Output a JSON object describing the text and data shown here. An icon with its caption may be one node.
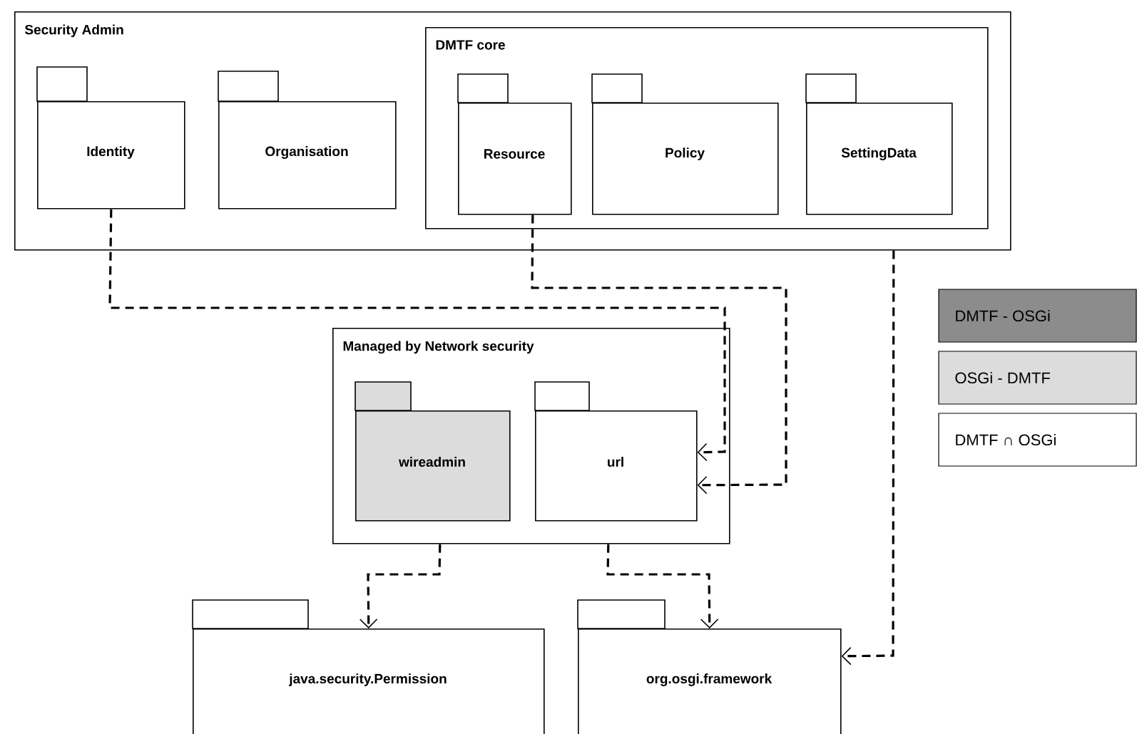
{
  "diagram": {
    "nodes": [
      {
        "text": [
          "Security Admin"
        ]
      },
      {
        "text": [
          "Identity"
        ],
        "in": 0
      },
      {
        "text": [
          "Organisation"
        ],
        "in": 0
      },
      {
        "text": [
          "DMTF core"
        ],
        "in": 0
      },
      {
        "text": [
          "Resource"
        ],
        "in": 3
      },
      {
        "text": [
          "Policy"
        ],
        "in": 3
      },
      {
        "text": [
          "SettingData"
        ],
        "in": 3
      },
      {
        "text": [
          "Managed by Network security"
        ]
      },
      {
        "text": [
          "wireadmin"
        ],
        "in": 7
      },
      {
        "text": [
          "url"
        ],
        "in": 7
      },
      {
        "text": [
          "java.security.Permission"
        ]
      },
      {
        "text": [
          "org.osgi.framework"
        ]
      }
    ],
    "edges": [
      {
        "from": 1,
        "to": 9,
        "arrow": "to",
        "style": "dashed"
      },
      {
        "from": 4,
        "to": 9,
        "arrow": "to",
        "style": "dashed"
      },
      {
        "from": 0,
        "to": 11,
        "arrow": "to",
        "style": "dashed"
      },
      {
        "from": 7,
        "to": 10,
        "arrow": "to",
        "style": "dashed"
      },
      {
        "from": 7,
        "to": 11,
        "arrow": "to",
        "style": "dashed"
      }
    ],
    "legend": [
      {
        "text": "DMTF - OSGi",
        "color": "#8c8c8c"
      },
      {
        "text": "OSGi - DMTF",
        "color": "#dcdcdc"
      },
      {
        "text": "DMTF ∩ OSGi"
      }
    ]
  }
}
